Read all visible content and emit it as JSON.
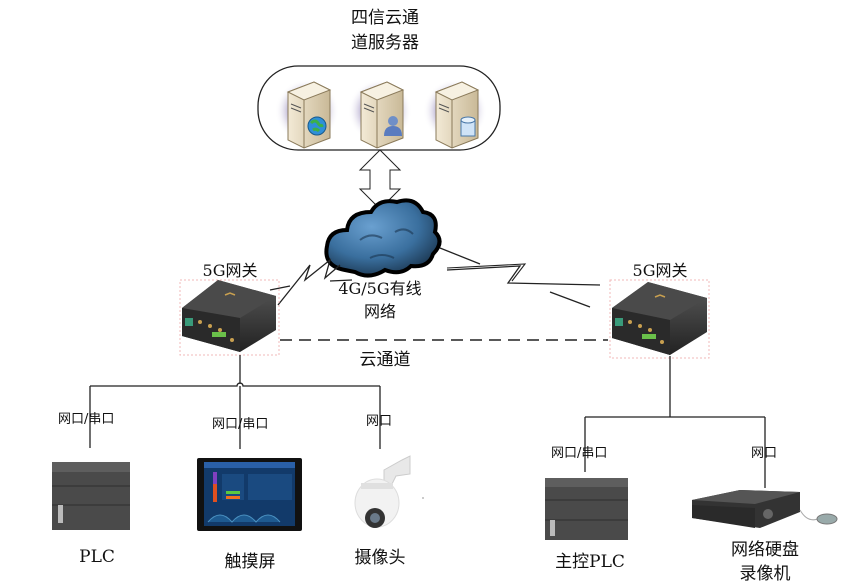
{
  "server": {
    "title_line1": "四信云通",
    "title_line2": "道服务器",
    "icons": [
      "web-server",
      "user-server",
      "database-server"
    ]
  },
  "network": {
    "label_line1": "4G/5G有线",
    "label_line2": "网络"
  },
  "tunnel": {
    "label": "云通道"
  },
  "gateway_left": {
    "label": "5G网关"
  },
  "gateway_right": {
    "label": "5G网关"
  },
  "devices_left": [
    {
      "name": "PLC",
      "port": "网口/串口"
    },
    {
      "name": "触摸屏",
      "port": "网口/串口"
    },
    {
      "name": "摄像头",
      "port": "网口"
    }
  ],
  "devices_right": [
    {
      "name": "主控PLC",
      "port": "网口/串口"
    },
    {
      "name_line1": "网络硬盘",
      "name_line2": "录像机",
      "port": "网口"
    }
  ],
  "colors": {
    "cloud": "#3a6f9e",
    "gateway": "#3a3a3a",
    "plc": "#4a4a4a",
    "server": "#e8dcc4"
  }
}
